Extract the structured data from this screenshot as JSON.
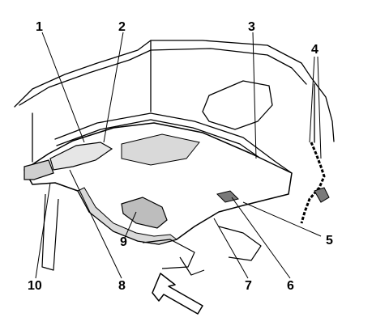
{
  "callouts": [
    {
      "id": "1",
      "label": "1"
    },
    {
      "id": "2",
      "label": "2"
    },
    {
      "id": "3",
      "label": "3"
    },
    {
      "id": "4",
      "label": "4"
    },
    {
      "id": "5",
      "label": "5"
    },
    {
      "id": "6",
      "label": "6"
    },
    {
      "id": "7",
      "label": "7"
    },
    {
      "id": "8",
      "label": "8"
    },
    {
      "id": "9",
      "label": "9"
    },
    {
      "id": "10",
      "label": "10"
    }
  ],
  "colors": {
    "line": "#000000",
    "fill": "#ffffff",
    "shade": "#d9d9d9",
    "dark": "#7a7a7a"
  }
}
